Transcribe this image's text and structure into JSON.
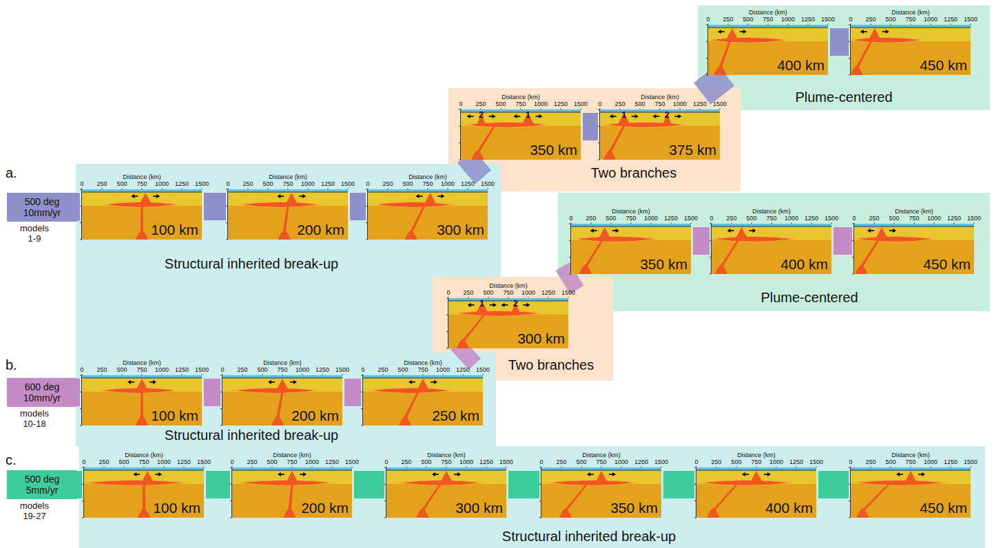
{
  "diagram": {
    "nodes": [
      {
        "text": [
          "Plume-centered"
        ]
      },
      {
        "text": [
          "Distance (km)",
          "0",
          "250",
          "500",
          "750",
          "1000",
          "1250",
          "1500",
          "400 km"
        ],
        "in": 0
      },
      {
        "text": [
          "Distance (km)",
          "0",
          "250",
          "500",
          "750",
          "1000",
          "1250",
          "1500",
          "450 km"
        ],
        "in": 0
      },
      {
        "text": [
          "Two branches"
        ]
      },
      {
        "text": [
          "Distance (km)",
          "0",
          "250",
          "500",
          "750",
          "1000",
          "1250",
          "1500",
          "2",
          "1",
          "350 km"
        ],
        "in": 3
      },
      {
        "text": [
          "Distance (km)",
          "0",
          "250",
          "500",
          "750",
          "1000",
          "1250",
          "1500",
          "1",
          "2",
          "375 km"
        ],
        "in": 3
      },
      {
        "text": [
          "a.",
          "500 deg 10mm/yr",
          "models 1-9"
        ]
      },
      {
        "text": [
          "Structural inherited  break-up"
        ]
      },
      {
        "text": [
          "Distance (km)",
          "0",
          "250",
          "500",
          "750",
          "1000",
          "1250",
          "1500",
          "100 km"
        ],
        "in": 7
      },
      {
        "text": [
          "Distance (km)",
          "0",
          "250",
          "500",
          "750",
          "1000",
          "1250",
          "1500",
          "200 km"
        ],
        "in": 7
      },
      {
        "text": [
          "Distance (km)",
          "0",
          "250",
          "500",
          "750",
          "1000",
          "1250",
          "1500",
          "300 km"
        ],
        "in": 7
      },
      {
        "text": [
          "Plume-centered"
        ]
      },
      {
        "text": [
          "Distance (km)",
          "0",
          "250",
          "500",
          "750",
          "1000",
          "1250",
          "1500",
          "350 km"
        ],
        "in": 11
      },
      {
        "text": [
          "Distance (km)",
          "0",
          "250",
          "500",
          "750",
          "1000",
          "1250",
          "1500",
          "400 km"
        ],
        "in": 11
      },
      {
        "text": [
          "Distance (km)",
          "0",
          "250",
          "500",
          "750",
          "1000",
          "1250",
          "1500",
          "450 km"
        ],
        "in": 11
      },
      {
        "text": [
          "Two branches"
        ]
      },
      {
        "text": [
          "Distance (km)",
          "0",
          "250",
          "500",
          "750",
          "1000",
          "1250",
          "1500",
          "1",
          "2",
          "300 km"
        ],
        "in": 15
      },
      {
        "text": [
          "b.",
          "600 deg 10mm/yr",
          "models 10-18"
        ]
      },
      {
        "text": [
          "Structural inherited  break-up"
        ]
      },
      {
        "text": [
          "Distance (km)",
          "0",
          "250",
          "500",
          "750",
          "1000",
          "1250",
          "1500",
          "100 km"
        ],
        "in": 18
      },
      {
        "text": [
          "Distance (km)",
          "0",
          "250",
          "500",
          "750",
          "1000",
          "1250",
          "1500",
          "200 km"
        ],
        "in": 18
      },
      {
        "text": [
          "Distance (km)",
          "0",
          "250",
          "500",
          "750",
          "1000",
          "1250",
          "1500",
          "250 km"
        ],
        "in": 18
      },
      {
        "text": [
          "c.",
          "500 deg 5mm/yr",
          "models 19-27"
        ]
      },
      {
        "text": [
          "Structural inherited  break-up"
        ]
      },
      {
        "text": [
          "Distance (km)",
          "0",
          "250",
          "500",
          "750",
          "1000",
          "1250",
          "1500",
          "100 km"
        ],
        "in": 23
      },
      {
        "text": [
          "Distance (km)",
          "0",
          "250",
          "500",
          "750",
          "1000",
          "1250",
          "1500",
          "200 km"
        ],
        "in": 23
      },
      {
        "text": [
          "Distance (km)",
          "0",
          "250",
          "500",
          "750",
          "1000",
          "1250",
          "1500",
          "300 km"
        ],
        "in": 23
      },
      {
        "text": [
          "Distance (km)",
          "0",
          "250",
          "500",
          "750",
          "1000",
          "1250",
          "1500",
          "350 km"
        ],
        "in": 23
      },
      {
        "text": [
          "Distance (km)",
          "0",
          "250",
          "500",
          "750",
          "1000",
          "1250",
          "1500",
          "400 km"
        ],
        "in": 23
      },
      {
        "text": [
          "Distance (km)",
          "0",
          "250",
          "500",
          "750",
          "1000",
          "1250",
          "1500",
          "450 km"
        ],
        "in": 23
      }
    ],
    "edges": [
      {
        "from": 6,
        "to": 8,
        "arrow": "none"
      },
      {
        "from": 8,
        "to": 9,
        "arrow": "none"
      },
      {
        "from": 9,
        "to": 10,
        "arrow": "none"
      },
      {
        "from": 10,
        "to": 4,
        "arrow": "none"
      },
      {
        "from": 4,
        "to": 5,
        "arrow": "none"
      },
      {
        "from": 5,
        "to": 1,
        "arrow": "none"
      },
      {
        "from": 1,
        "to": 2,
        "arrow": "none"
      },
      {
        "from": 17,
        "to": 19,
        "arrow": "none"
      },
      {
        "from": 19,
        "to": 20,
        "arrow": "none"
      },
      {
        "from": 20,
        "to": 21,
        "arrow": "none"
      },
      {
        "from": 21,
        "to": 16,
        "arrow": "none"
      },
      {
        "from": 16,
        "to": 12,
        "arrow": "none"
      },
      {
        "from": 12,
        "to": 13,
        "arrow": "none"
      },
      {
        "from": 13,
        "to": 14,
        "arrow": "none"
      },
      {
        "from": 22,
        "to": 24,
        "arrow": "none"
      },
      {
        "from": 24,
        "to": 25,
        "arrow": "none"
      },
      {
        "from": 25,
        "to": 26,
        "arrow": "none"
      },
      {
        "from": 26,
        "to": 27,
        "arrow": "none"
      },
      {
        "from": 27,
        "to": 28,
        "arrow": "none"
      },
      {
        "from": 28,
        "to": 29,
        "arrow": "none"
      }
    ]
  }
}
